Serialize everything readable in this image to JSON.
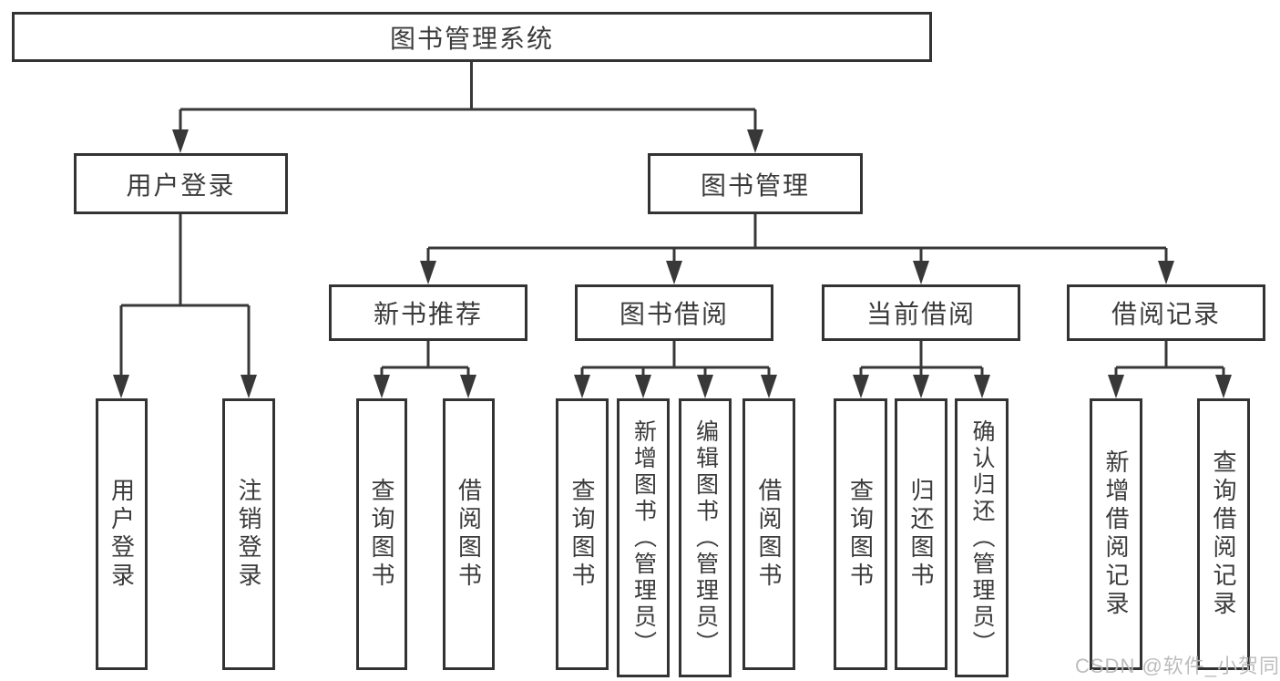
{
  "diagram": {
    "title": "图书管理系统",
    "root": {
      "label": "图书管理系统"
    },
    "level2": [
      {
        "label": "用户登录"
      },
      {
        "label": "图书管理"
      }
    ],
    "level3": [
      {
        "label": "新书推荐"
      },
      {
        "label": "图书借阅"
      },
      {
        "label": "当前借阅"
      },
      {
        "label": "借阅记录"
      }
    ],
    "leaves": {
      "user_login": [
        "用户登录",
        "注销登录"
      ],
      "new_books": [
        "查询图书",
        "借阅图书"
      ],
      "book_borrow": [
        "查询图书",
        "新增图书（管理员）",
        "编辑图书（管理员）",
        "借阅图书"
      ],
      "current_borrow": [
        "查询图书",
        "归还图书",
        "确认归还（管理员）"
      ],
      "borrow_records": [
        "新增借阅记录",
        "查询借阅记录"
      ]
    }
  },
  "watermark": "CSDN @软件_小贺同学",
  "colors": {
    "stroke": "#383838",
    "border": "#333333",
    "text": "#3b3b3b",
    "background": "#ffffff",
    "watermark": "#b9b9b9"
  }
}
